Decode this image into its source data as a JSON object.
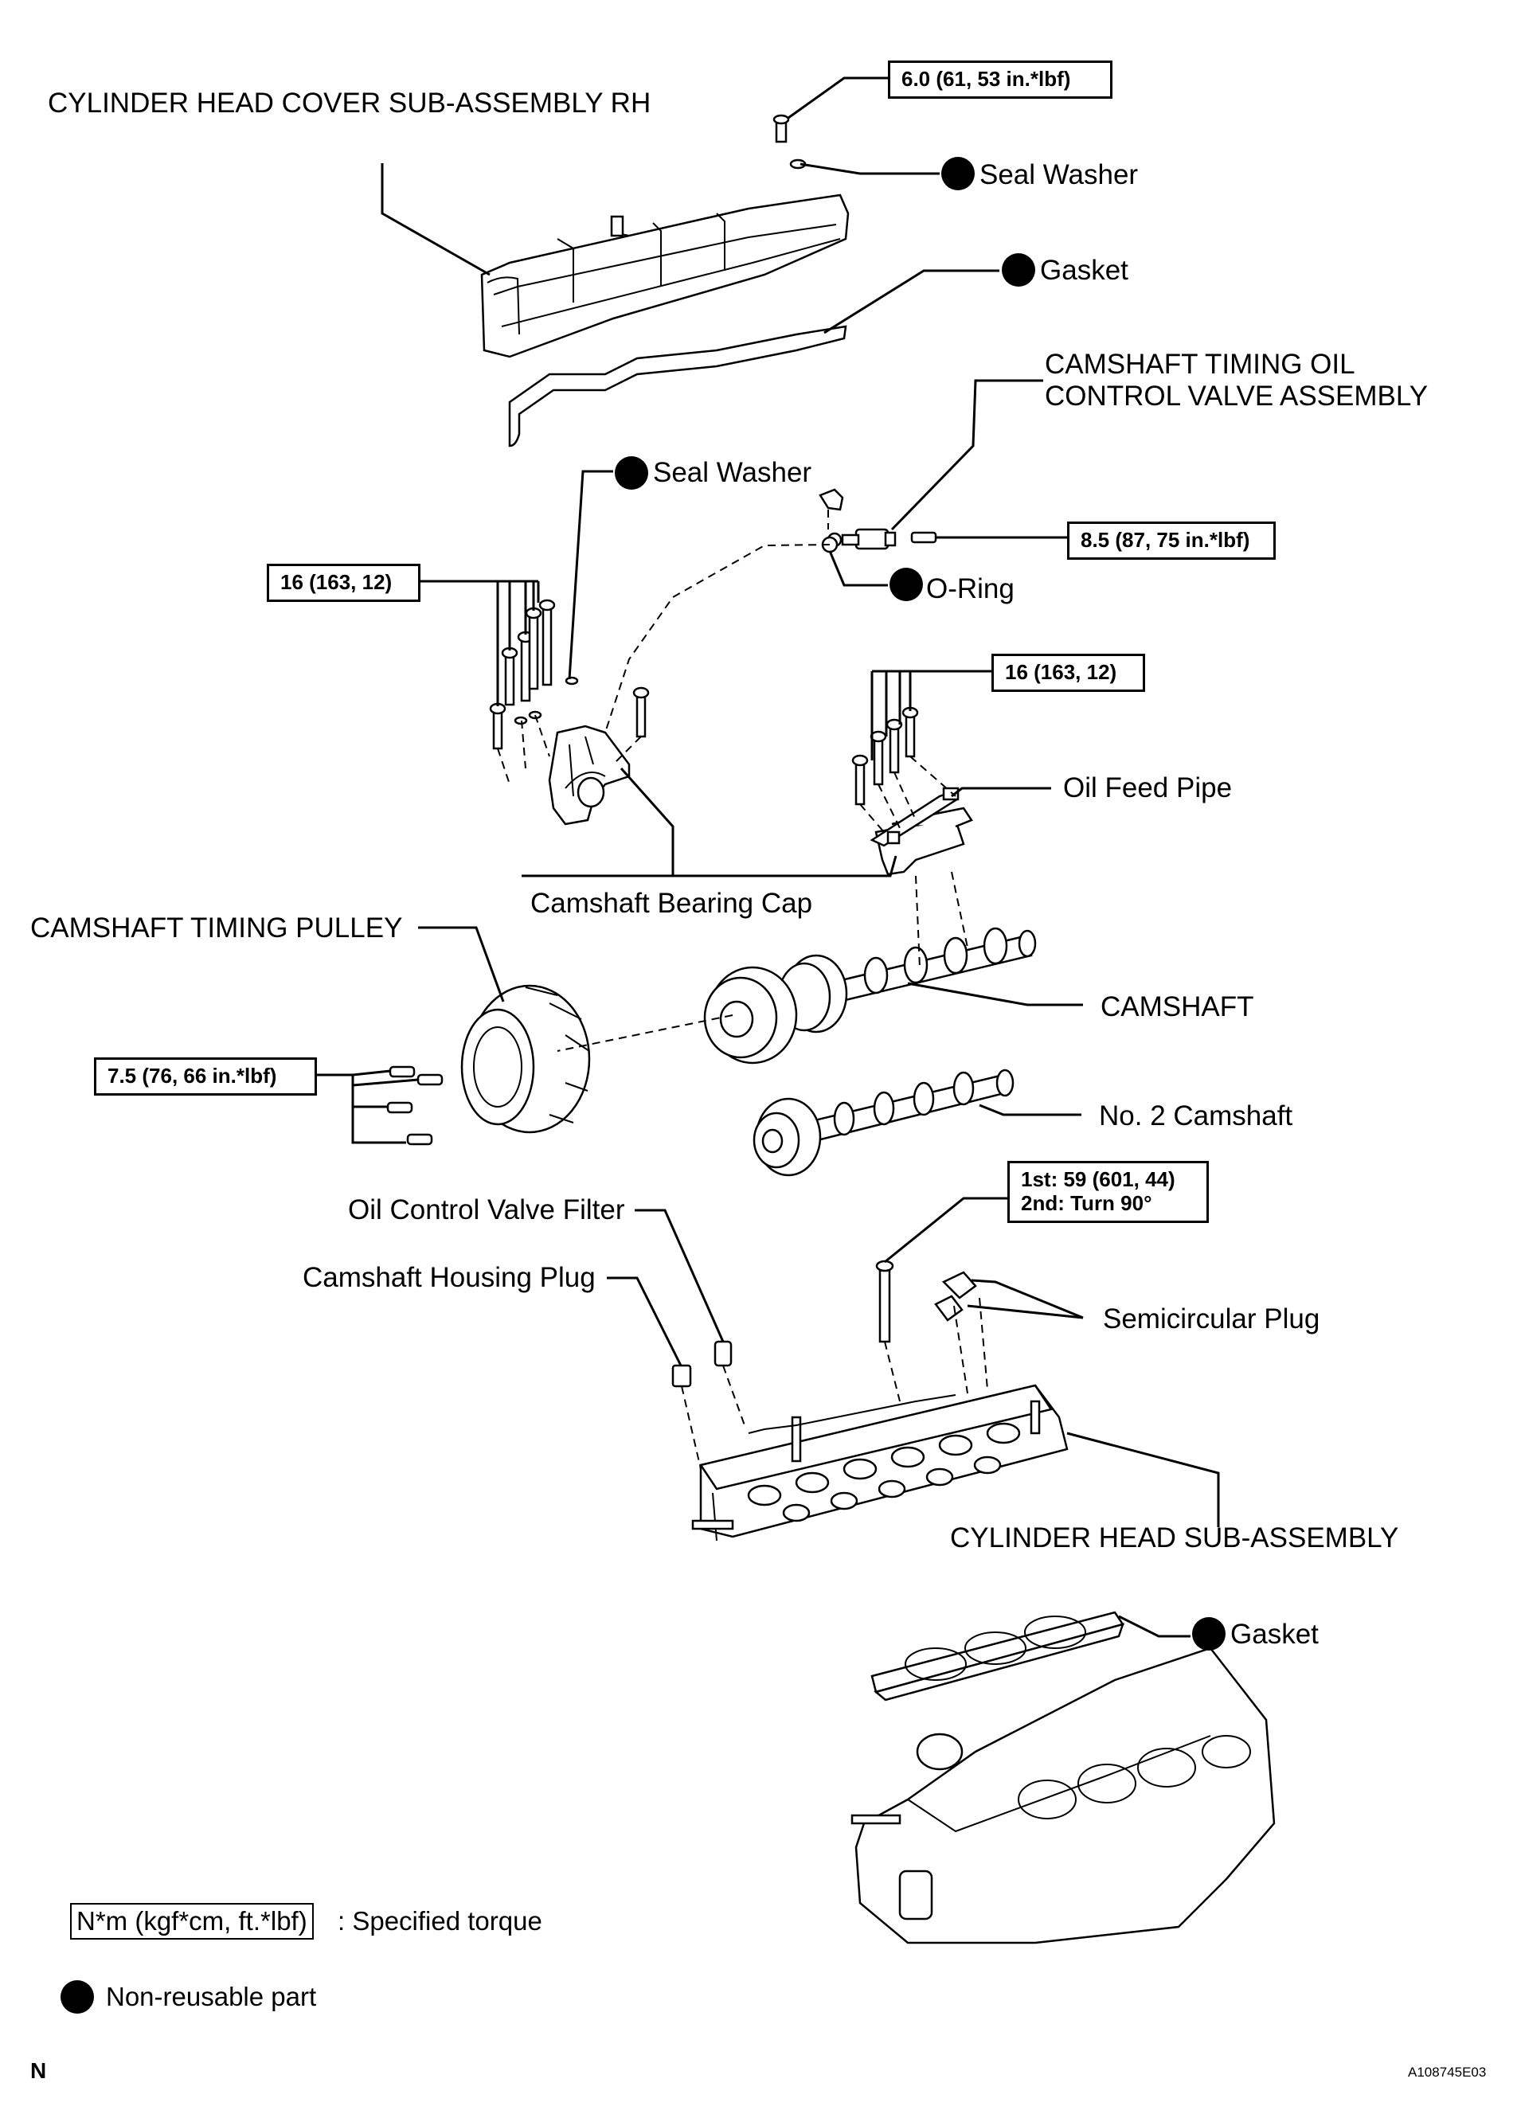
{
  "labels": {
    "cover": "CYLINDER HEAD COVER SUB-ASSEMBLY RH",
    "seal_washer_top": "Seal Washer",
    "gasket_top": "Gasket",
    "ocv_assembly": "CAMSHAFT TIMING OIL\nCONTROL VALVE ASSEMBLY",
    "seal_washer_mid": "Seal Washer",
    "o_ring": "O-Ring",
    "oil_feed_pipe": "Oil Feed Pipe",
    "bearing_cap": "Camshaft Bearing Cap",
    "timing_pulley": "CAMSHAFT TIMING PULLEY",
    "camshaft": "CAMSHAFT",
    "no2_camshaft": "No. 2 Camshaft",
    "ocv_filter": "Oil Control Valve Filter",
    "housing_plug": "Camshaft Housing Plug",
    "semicircular_plug": "Semicircular Plug",
    "cylinder_head": "CYLINDER HEAD SUB-ASSEMBLY",
    "gasket_bottom": "Gasket"
  },
  "torques": {
    "cover_bolt": "6.0 (61, 53 in.*lbf)",
    "ocv_bolt": "8.5 (87, 75 in.*lbf)",
    "cap_bolts_left": "16 (163, 12)",
    "cap_bolts_right": "16 (163, 12)",
    "pulley_bolts": "7.5 (76, 66 in.*lbf)",
    "head_bolts": "1st: 59 (601, 44)\n2nd: Turn 90°"
  },
  "legend": {
    "torque_box": "N*m (kgf*cm, ft.*lbf)",
    "torque_text": ": Specified torque",
    "nonreusable_text": "Non-reusable part"
  },
  "footer": {
    "corner_letter": "N",
    "figure_id": "A108745E03"
  }
}
